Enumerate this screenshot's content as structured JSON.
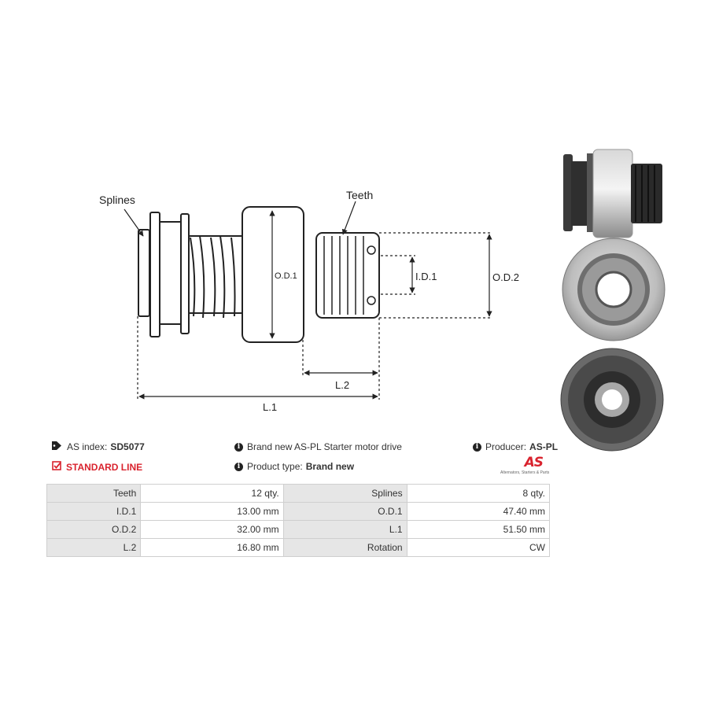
{
  "diagram": {
    "labels": {
      "splines": "Splines",
      "teeth": "Teeth",
      "od1": "O.D.1",
      "id1": "I.D.1",
      "od2": "O.D.2",
      "l2": "L.2",
      "l1": "L.1"
    }
  },
  "info": {
    "as_index_label": "AS index:",
    "as_index_value": "SD5077",
    "standard_line": "STANDARD LINE",
    "description": "Brand new AS-PL Starter motor drive",
    "product_type_label": "Product type:",
    "product_type_value": "Brand new",
    "producer_label": "Producer:",
    "producer_value": "AS-PL"
  },
  "logo": {
    "brand": "AS",
    "tagline": "Alternators, Starters & Parts",
    "color": "#d9232e"
  },
  "specs": [
    [
      "Teeth",
      "12 qty.",
      "Splines",
      "8 qty."
    ],
    [
      "I.D.1",
      "13.00 mm",
      "O.D.1",
      "47.40 mm"
    ],
    [
      "O.D.2",
      "32.00 mm",
      "L.1",
      "51.50 mm"
    ],
    [
      "L.2",
      "16.80 mm",
      "Rotation",
      "CW"
    ]
  ]
}
